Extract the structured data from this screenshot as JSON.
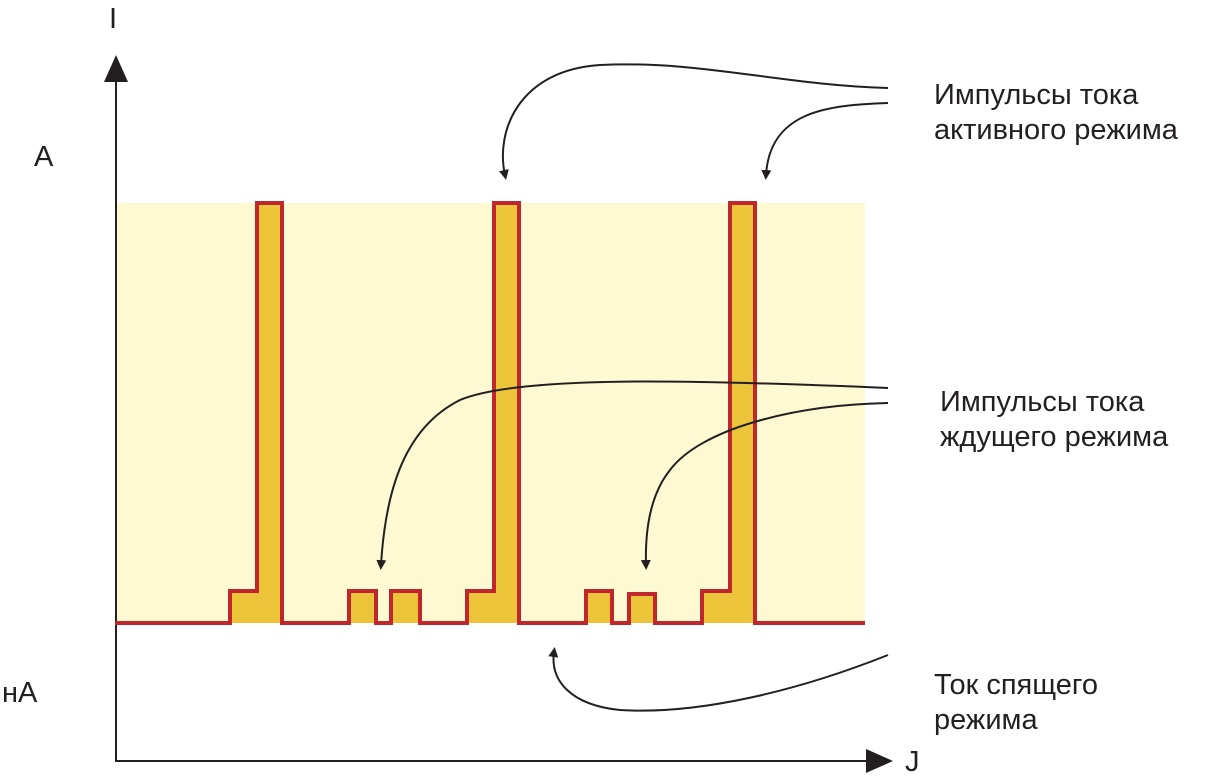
{
  "axes": {
    "y_label": "I",
    "x_label": "J",
    "y_high": "A",
    "y_low": "нА"
  },
  "annotations": {
    "active": [
      "Импульсы тока",
      "активного режима"
    ],
    "standby": [
      "Импульсы тока",
      "ждущего режима"
    ],
    "sleep": [
      "Ток спящего",
      "режима"
    ]
  },
  "colors": {
    "background_band": "#fdf9d3",
    "pulse_fill": "#ebc43a",
    "pulse_stroke": "#c0272d",
    "ink": "#231f20"
  }
}
